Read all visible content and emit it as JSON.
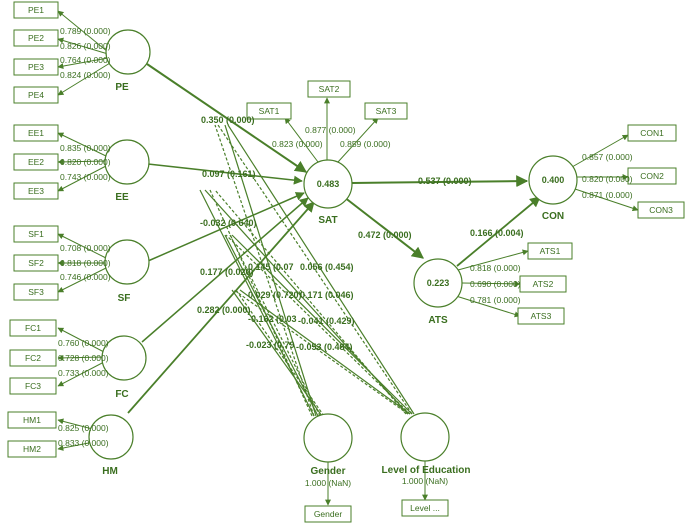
{
  "constructs": {
    "PE": {
      "name": "PE",
      "value": ""
    },
    "EE": {
      "name": "EE",
      "value": ""
    },
    "SF": {
      "name": "SF",
      "value": ""
    },
    "FC": {
      "name": "FC",
      "value": ""
    },
    "HM": {
      "name": "HM",
      "value": ""
    },
    "SAT": {
      "name": "SAT",
      "value": "0.483"
    },
    "CON": {
      "name": "CON",
      "value": "0.400"
    },
    "ATS": {
      "name": "ATS",
      "value": "0.223"
    },
    "GEN": {
      "name": "Gender",
      "value": "1.000 (NaN)"
    },
    "EDU": {
      "name": "Level of Education",
      "value": "1.000 (NaN)"
    }
  },
  "indicators": {
    "PE1": "PE1",
    "PE2": "PE2",
    "PE3": "PE3",
    "PE4": "PE4",
    "EE1": "EE1",
    "EE2": "EE2",
    "EE3": "EE3",
    "SF1": "SF1",
    "SF2": "SF2",
    "SF3": "SF3",
    "FC1": "FC1",
    "FC2": "FC2",
    "FC3": "FC3",
    "HM1": "HM1",
    "HM2": "HM2",
    "SAT1": "SAT1",
    "SAT2": "SAT2",
    "SAT3": "SAT3",
    "CON1": "CON1",
    "CON2": "CON2",
    "CON3": "CON3",
    "ATS1": "ATS1",
    "ATS2": "ATS2",
    "ATS3": "ATS3",
    "GEN_IND": "Gender",
    "EDU_IND": "Level ..."
  },
  "loadings": {
    "PE1": "0.789 (0.000)",
    "PE2": "0.826 (0.000)",
    "PE3": "0.764 (0.000)",
    "PE4": "0.824 (0.000)",
    "EE1": "0.835 (0.000)",
    "EE2": "0.820 (0.000)",
    "EE3": "0.743 (0.000)",
    "SF1": "0.708 (0.000)",
    "SF2": "0.818 (0.000)",
    "SF3": "0.746 (0.000)",
    "FC1": "0.760 (0.000)",
    "FC2": "0.728 (0.000)",
    "FC3": "0.733 (0.000)",
    "HM1": "0.825 (0.000)",
    "HM2": "0.833 (0.000)",
    "SAT1": "0.823 (0.000)",
    "SAT2": "0.877 (0.000)",
    "SAT3": "0.859 (0.000)",
    "CON1": "0.857 (0.000)",
    "CON2": "0.820 (0.000)",
    "CON3": "0.871 (0.000)",
    "ATS1": "0.818 (0.000)",
    "ATS2": "0.690 (0.000)",
    "ATS3": "0.781 (0.000)"
  },
  "paths": {
    "PE_SAT": "0.350 (0.000)",
    "EE_SAT": "0.097 (0.161)",
    "SF_SAT": "-0.032 (0.640)",
    "FC_SAT": "0.177 (0.020)",
    "HM_SAT": "0.282 (0.000)",
    "SAT_CON": "0.537 (0.000)",
    "SAT_ATS": "0.472 (0.000)",
    "ATS_CON": "0.166 (0.004)",
    "mod1": "0.145 (0.07",
    "mod2": "0.056 (0.454)",
    "mod3": "0.029 (0.720)",
    "mod4": "0.171 (0.046)",
    "mod5": "-0.162 (0.03",
    "mod6": "-0.041 (0.429)",
    "mod7": "-0.023 (0.79",
    "mod8": "-0.053 (0.484)"
  },
  "colors": {
    "line": "#4a7f2a",
    "text": "#3a6e1f",
    "fill": "#ffffff"
  }
}
